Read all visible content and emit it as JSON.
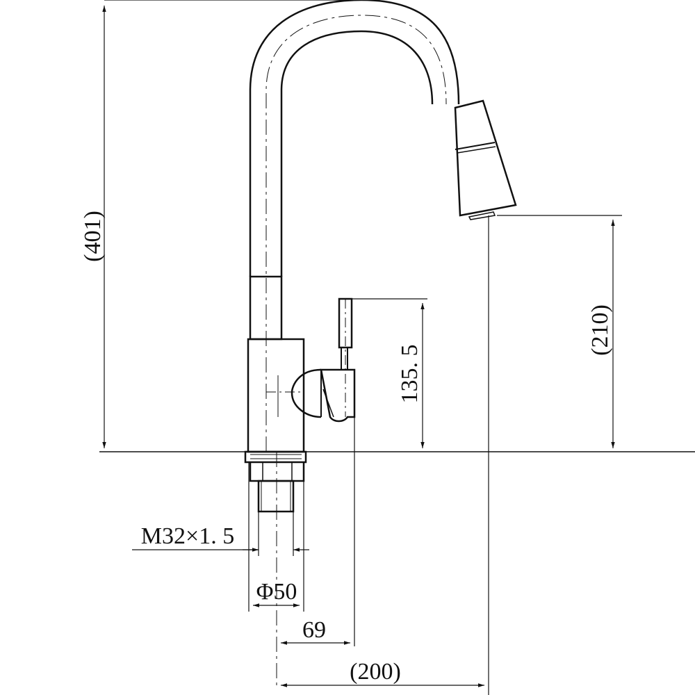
{
  "drawing": {
    "type": "technical drawing - faucet side elevation",
    "line_color": "#111111",
    "background": "#ffffff"
  },
  "dimensions": {
    "overall_height": "(401)",
    "spout_height": "(210)",
    "handle_height": "135. 5",
    "thread": "M32×1. 5",
    "base_diameter": "Φ50",
    "handle_offset": "69",
    "spout_reach": "(200)"
  }
}
